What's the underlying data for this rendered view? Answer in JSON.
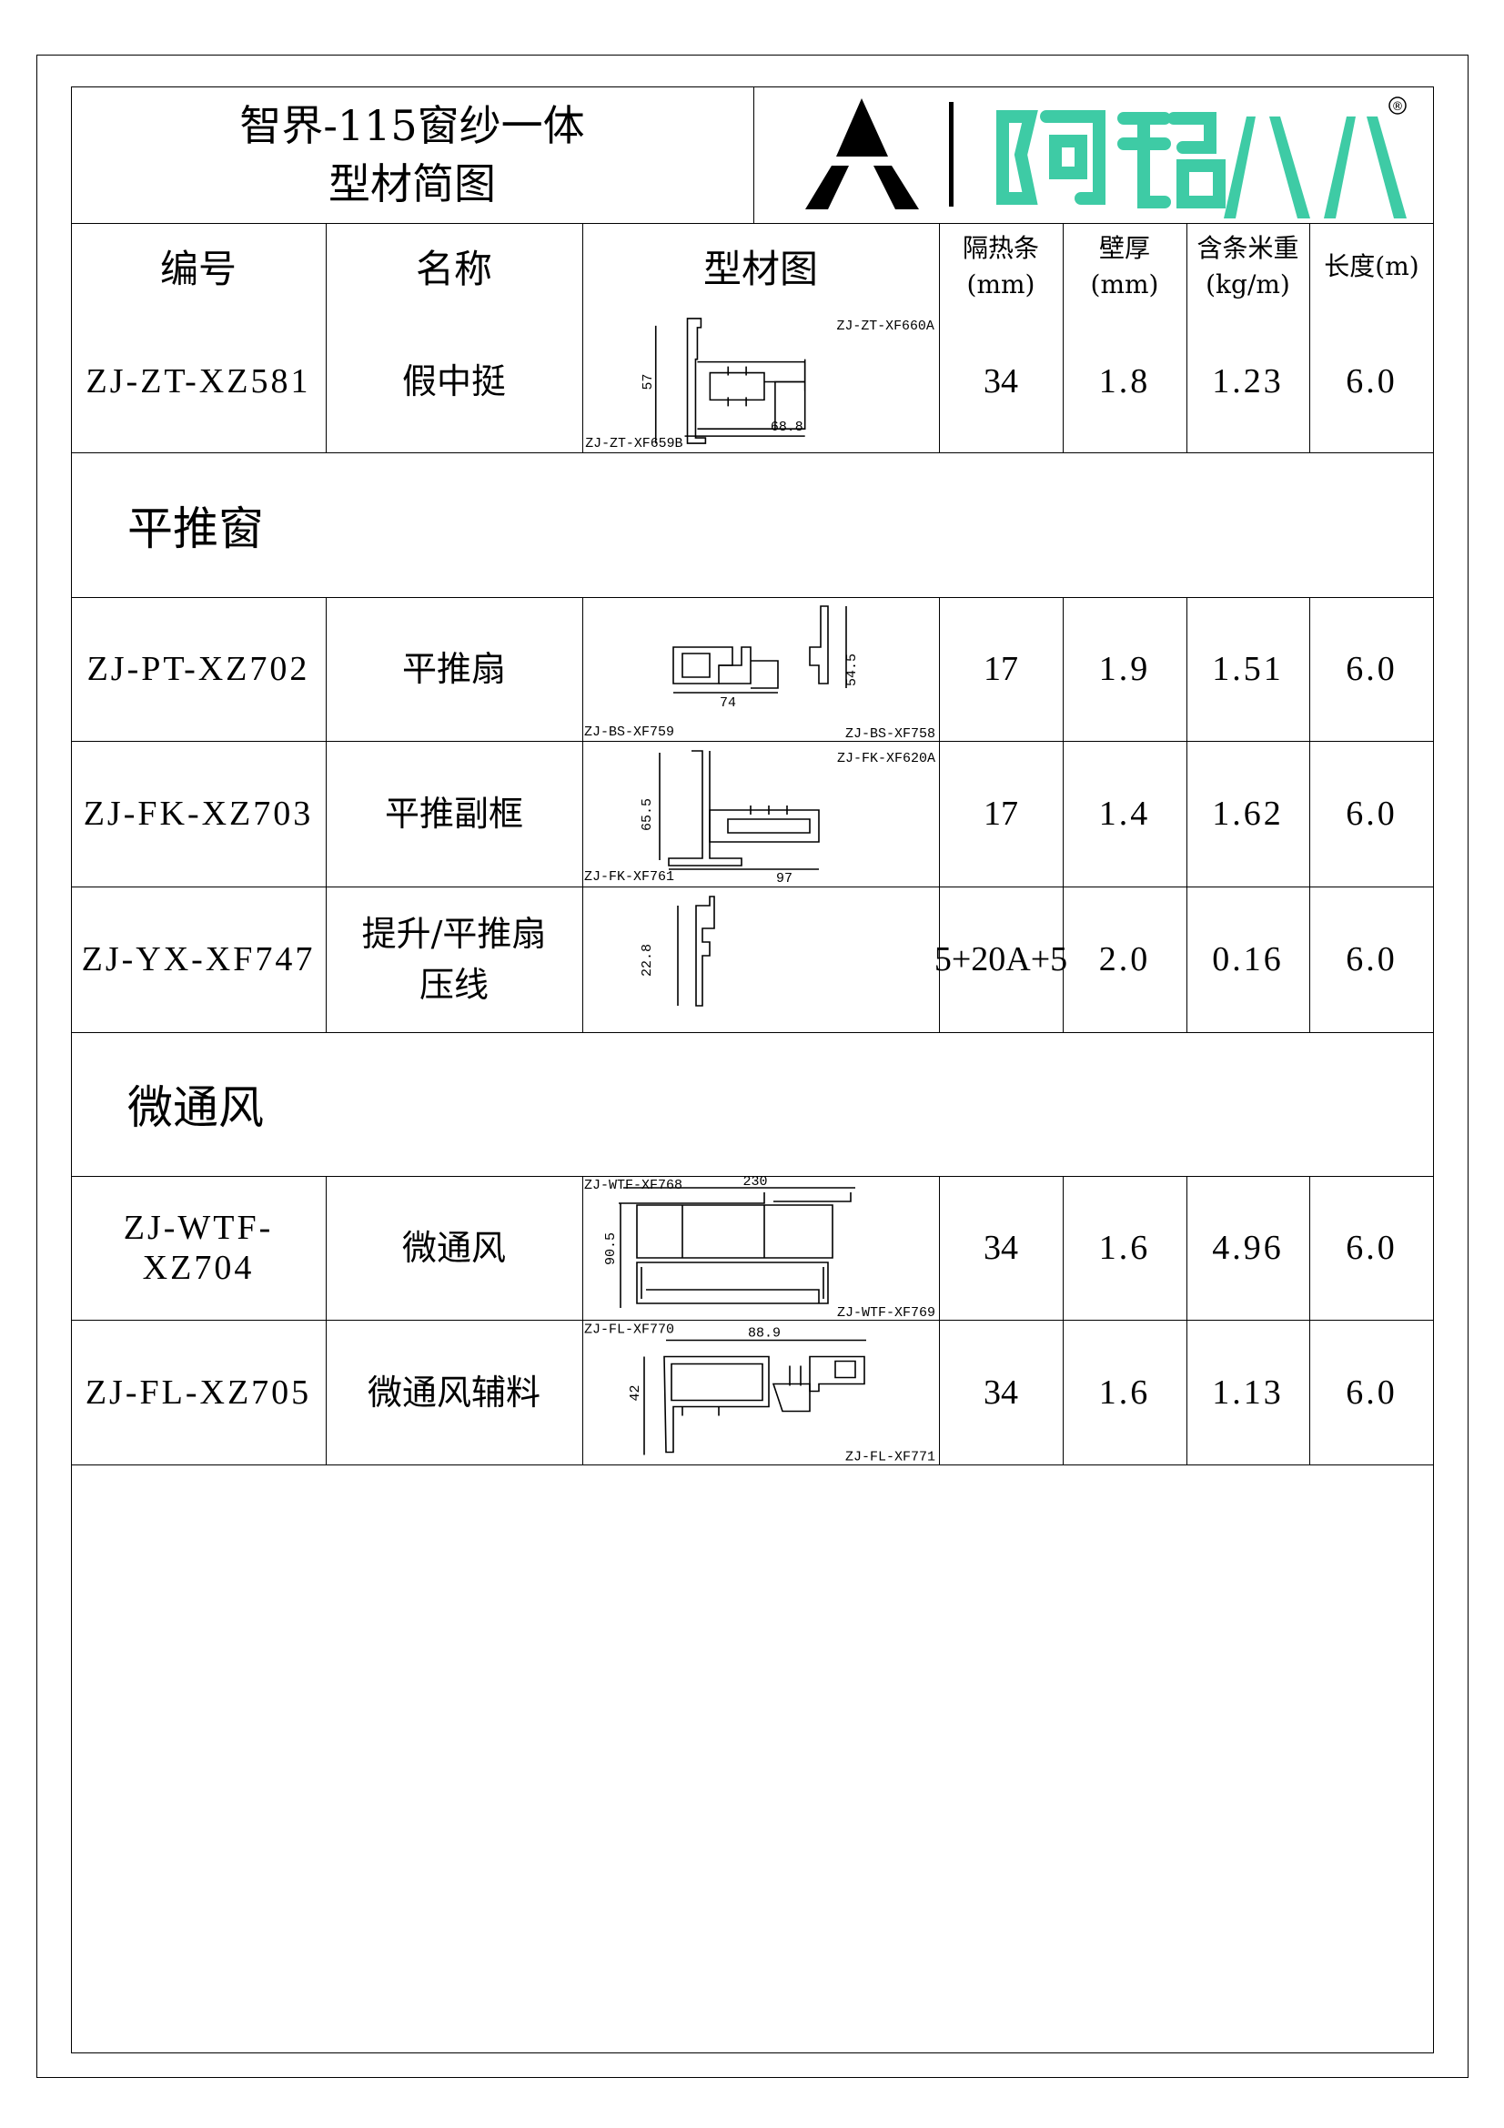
{
  "header": {
    "title_line1": "智界-115窗纱一体",
    "title_line2": "型材简图",
    "logo_text": "阿铝八八",
    "logo_registered": "®",
    "logo_color": "#3ecba5"
  },
  "columns": {
    "code": "编号",
    "name": "名称",
    "drawing": "型材图",
    "strip": "隔热条",
    "strip_unit": "(mm)",
    "wall": "壁厚",
    "wall_unit": "(mm)",
    "weight": "含条米重",
    "weight_unit": "(kg/m)",
    "length": "长度(m)"
  },
  "rows": [
    {
      "type": "item",
      "code": "ZJ-ZT-XZ581",
      "name": [
        "假中挺"
      ],
      "strip": "34",
      "wall": "1.8",
      "weight": "1.23",
      "length": "6.0",
      "labels": {
        "tr": "ZJ-ZT-XF660A",
        "bl": "ZJ-ZT-XF659B",
        "dim_v": "57",
        "dim_h": "68.8"
      }
    },
    {
      "type": "section",
      "title": "平推窗"
    },
    {
      "type": "item",
      "code": "ZJ-PT-XZ702",
      "name": [
        "平推扇"
      ],
      "strip": "17",
      "wall": "1.9",
      "weight": "1.51",
      "length": "6.0",
      "labels": {
        "bl": "ZJ-BS-XF759",
        "br": "ZJ-BS-XF758",
        "dim_v": "54.5",
        "dim_h": "74"
      }
    },
    {
      "type": "item",
      "code": "ZJ-FK-XZ703",
      "name": [
        "平推副框"
      ],
      "strip": "17",
      "wall": "1.4",
      "weight": "1.62",
      "length": "6.0",
      "labels": {
        "tr": "ZJ-FK-XF620A",
        "bl": "ZJ-FK-XF761",
        "dim_v": "65.5",
        "dim_h": "97"
      }
    },
    {
      "type": "item",
      "code": "ZJ-YX-XF747",
      "name": [
        "提升/平推扇",
        "压线"
      ],
      "strip": "5+20A+5",
      "wall": "2.0",
      "weight": "0.16",
      "length": "6.0",
      "labels": {
        "dim_v": "22.8"
      }
    },
    {
      "type": "section",
      "title": "微通风"
    },
    {
      "type": "item",
      "code": "ZJ-WTF-XZ704",
      "name": [
        "微通风"
      ],
      "strip": "34",
      "wall": "1.6",
      "weight": "4.96",
      "length": "6.0",
      "labels": {
        "tl": "ZJ-WTF-XF768",
        "br": "ZJ-WTF-XF769",
        "dim_v": "90.5",
        "dim_h": "230"
      }
    },
    {
      "type": "item",
      "code": "ZJ-FL-XZ705",
      "name": [
        "微通风辅料"
      ],
      "strip": "34",
      "wall": "1.6",
      "weight": "1.13",
      "length": "6.0",
      "labels": {
        "tl": "ZJ-FL-XF770",
        "br": "ZJ-FL-XF771",
        "dim_v": "42",
        "dim_h": "88.9"
      }
    }
  ]
}
